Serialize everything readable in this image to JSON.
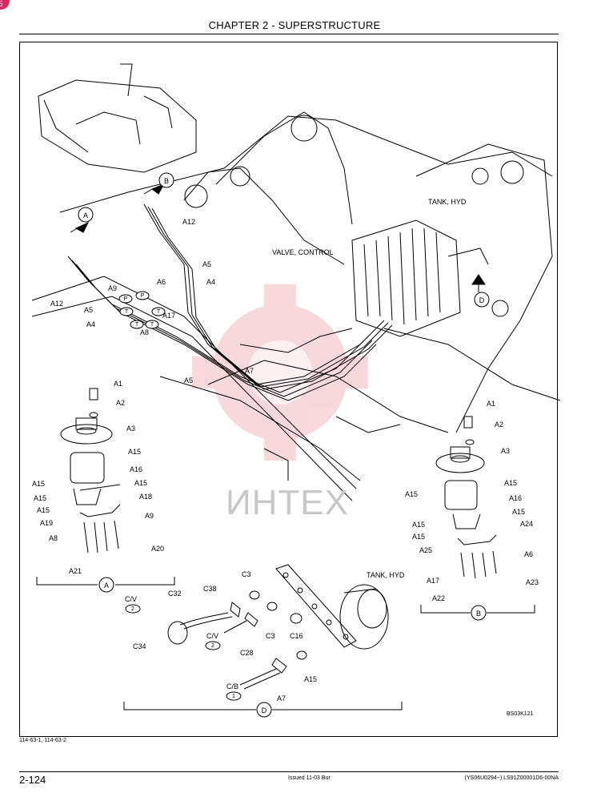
{
  "header": {
    "title": "CHAPTER 2 - SUPERSTRUCTURE"
  },
  "corner_badge": "5",
  "watermark": "ИНТЕХ",
  "callouts": {
    "main": [
      "A",
      "B",
      "D"
    ],
    "tank_hyd": "TANK, HYD",
    "valve_control": "VALVE, CONTROL"
  },
  "main_labels": [
    "A12",
    "A5",
    "A4",
    "A6",
    "A9",
    "A17",
    "A12",
    "A5",
    "A4",
    "A8",
    "A7",
    "A5"
  ],
  "badges": [
    "P",
    "P",
    "T",
    "T",
    "T",
    "T"
  ],
  "assembly_a": {
    "caption": "A",
    "labels": [
      "A1",
      "A2",
      "A3",
      "A15",
      "A16",
      "A15",
      "A15",
      "A18",
      "A15",
      "A15",
      "A9",
      "A19",
      "A8",
      "A20",
      "A21"
    ]
  },
  "assembly_b": {
    "caption": "B",
    "labels": [
      "A1",
      "A2",
      "A3",
      "A15",
      "A15",
      "A16",
      "A15",
      "A15",
      "A24",
      "A15",
      "A25",
      "A6",
      "A17",
      "A23",
      "A22"
    ]
  },
  "assembly_d": {
    "caption": "D",
    "labels": [
      "C3",
      "C38",
      "C/V",
      "C32",
      "C34",
      "C/V",
      "C28",
      "C3",
      "C16",
      "A15",
      "C/B",
      "A7"
    ],
    "tank_hyd": "TANK, HYD",
    "badges": [
      "2",
      "2",
      "1"
    ]
  },
  "figure_code": "BS03K121",
  "footer": {
    "ref": "114-63-1, 114-63-2",
    "page": "2-124",
    "issued": "Issued 11-03  Bur",
    "doc_id": "(YS06U0294~)   LS91Z00001D6-00NA"
  }
}
